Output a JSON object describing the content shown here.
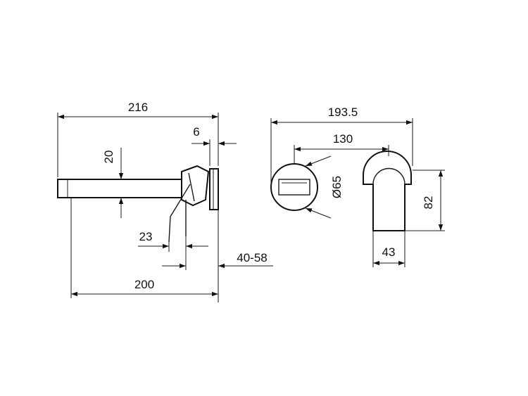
{
  "dimensions": {
    "overall_length": "216",
    "plate_thickness": "6",
    "spout_height": "20",
    "handle_offset": "23",
    "wall_depth": "40-58",
    "spout_projection": "200",
    "plate_width": "193.5",
    "center_distance": "130",
    "handle_diameter": "Ø65",
    "spout_face_height": "82",
    "spout_face_width": "43"
  }
}
